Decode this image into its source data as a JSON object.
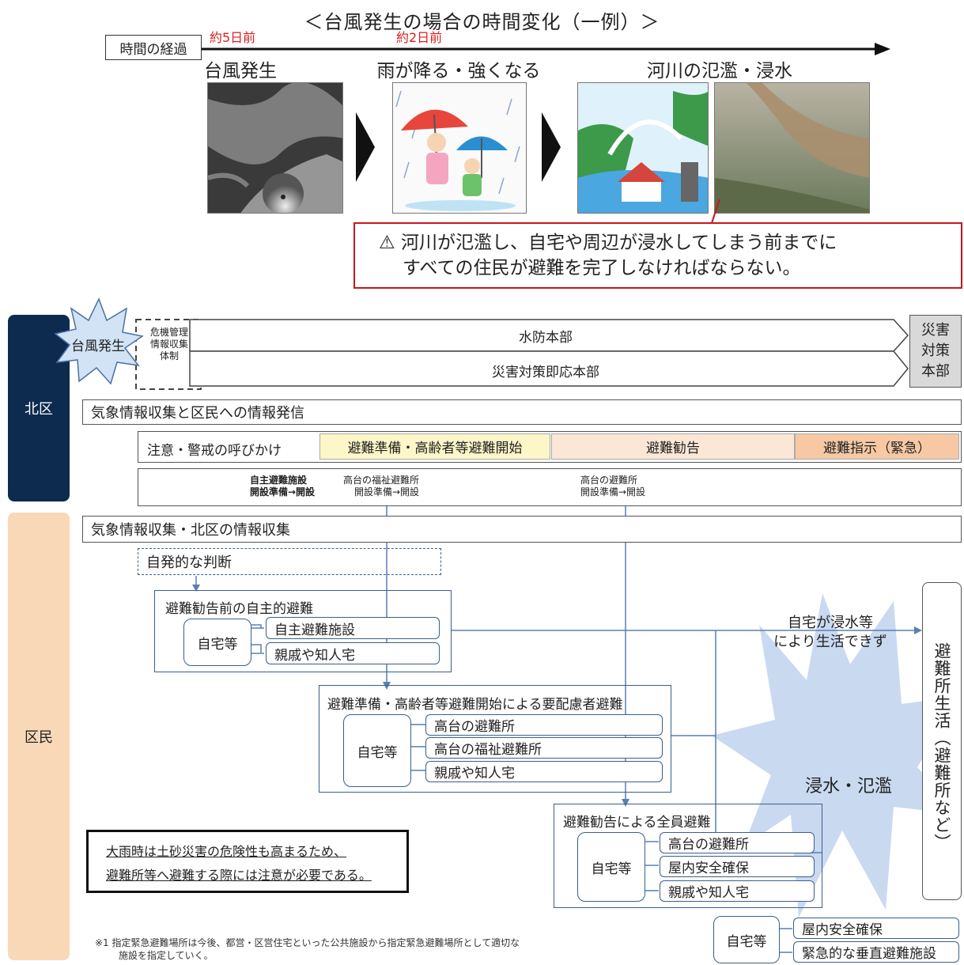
{
  "title": "＜台風発生の場合の時間変化（一例）＞",
  "timeline": {
    "label": "時間の経過",
    "mark1": "約5日前",
    "mark2": "約2日前",
    "stages": [
      "台風発生",
      "雨が降る・強くなる",
      "河川の氾濫・浸水"
    ]
  },
  "warning": {
    "icon": "⚠",
    "line1": "河川が氾濫し、自宅や周辺が浸水してしまう前までに",
    "line2": "すべての住民が避難を完了しなければならない。"
  },
  "sides": {
    "kita": "北区",
    "kumin": "区民"
  },
  "kita": {
    "burst": "台風発生",
    "crisis": [
      "危機管理",
      "情報収集",
      "体制"
    ],
    "hq1": "水防本部",
    "hq2": "災害対策即応本部",
    "final_hq": [
      "災害",
      "対策",
      "本部"
    ],
    "info": "気象情報収集と区民への情報発信",
    "alerts": [
      "注意・警戒の呼びかけ",
      "避難準備・高齢者等避難開始",
      "避難勧告",
      "避難指示（緊急）"
    ],
    "shelters": {
      "a1": "自主避難施設",
      "a2": "開設準備→開設",
      "b1": "高台の福祉避難所",
      "b2": "開設準備→開設",
      "c1": "高台の避難所",
      "c2": "開設準備→開設"
    }
  },
  "kumin": {
    "info": "気象情報収集・北区の情報収集",
    "judgement": "自発的な判断",
    "group1": {
      "title": "避難勧告前の自主的避難",
      "home": "自宅等",
      "items": [
        "自主避難施設",
        "親戚や知人宅"
      ]
    },
    "group2": {
      "title": "避難準備・高齢者等避難開始による要配慮者避難",
      "home": "自宅等",
      "items": [
        "高台の避難所",
        "高台の福祉避難所",
        "親戚や知人宅"
      ]
    },
    "group3": {
      "title": "避難勧告による全員避難",
      "home": "自宅等",
      "items": [
        "高台の避難所",
        "屋内安全確保",
        "親戚や知人宅"
      ]
    },
    "group4": {
      "home": "自宅等",
      "items": [
        "屋内安全確保",
        "緊急的な垂直避難施設"
      ]
    },
    "flood_note": [
      "自宅が浸水等",
      "により生活できず"
    ],
    "flood_label": "浸水・氾濫",
    "shelter_life": "避難所生活（避難所など）",
    "caution": [
      "大雨時は土砂災害の危険性も高まるため、",
      "避難所等へ避難する際には注意が必要である。"
    ],
    "footnote": [
      "※1  指定緊急避難場所は今後、都営・区営住宅といった公共施設から指定緊急避難場所として適切な",
      "施設を指定していく。"
    ]
  }
}
